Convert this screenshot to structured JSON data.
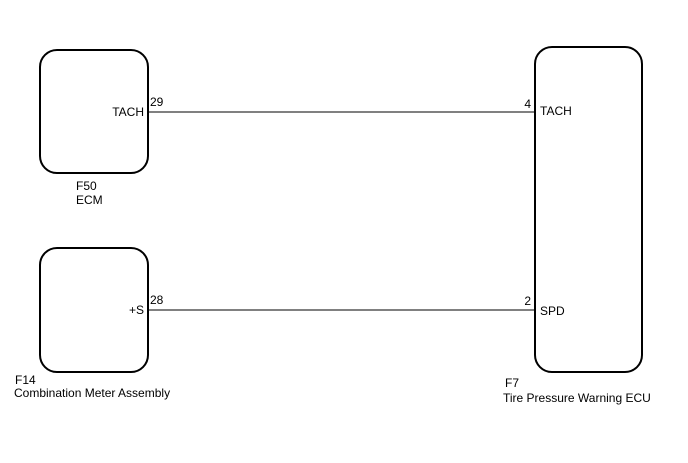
{
  "ecm": {
    "connector": "F50",
    "name": "ECM",
    "tach_pin": "29",
    "tach_signal": "TACH"
  },
  "meter": {
    "connector": "F14",
    "name": "Combination Meter Assembly",
    "spd_pin": "28",
    "spd_signal": "+S"
  },
  "tpw_ecu": {
    "connector": "F7",
    "name": "Tire Pressure Warning ECU",
    "tach_pin": "4",
    "tach_signal": "TACH",
    "spd_pin": "2",
    "spd_signal": "SPD"
  }
}
